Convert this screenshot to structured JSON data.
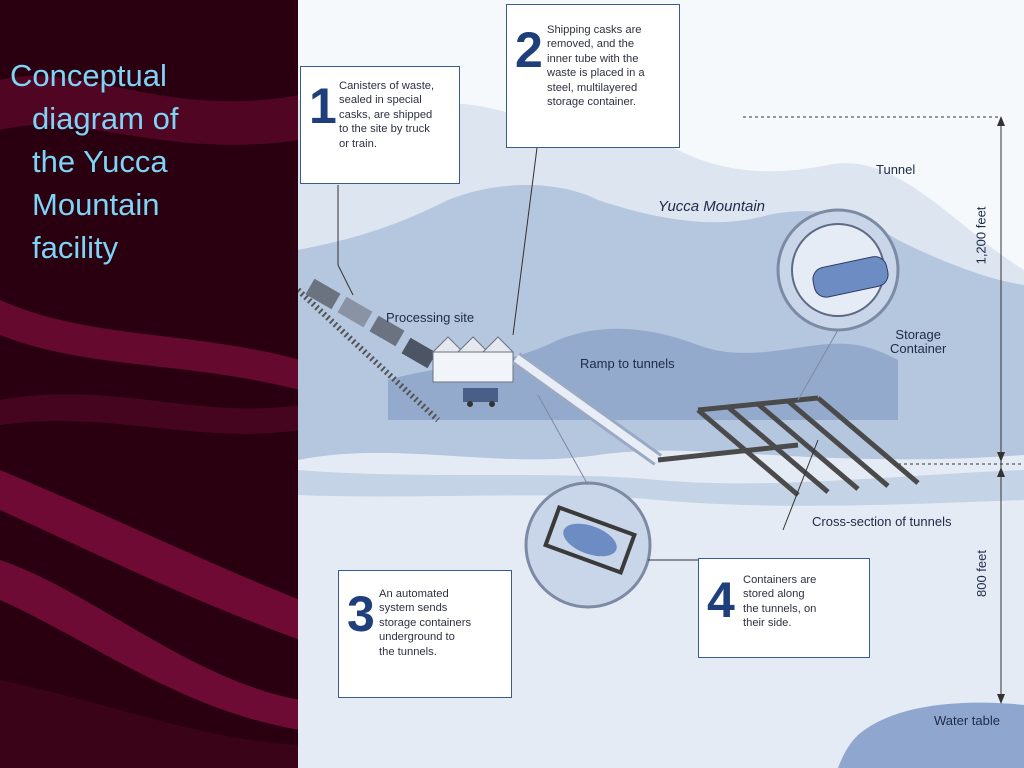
{
  "slide": {
    "title_lines": [
      "Conceptual",
      "diagram of",
      "the Yucca",
      "Mountain",
      "facility"
    ]
  },
  "diagram": {
    "callouts": [
      {
        "number": "1",
        "text": "Canisters of waste,\nsealed in special\ncasks, are shipped\nto the site by truck\nor train."
      },
      {
        "number": "2",
        "text": "Shipping casks are\nremoved, and the\ninner tube with the\nwaste is placed in a\nsteel, multilayered\nstorage container."
      },
      {
        "number": "3",
        "text": "An automated\nsystem sends\nstorage containers\nunderground to\nthe tunnels."
      },
      {
        "number": "4",
        "text": "Containers are\nstored along\nthe tunnels, on\ntheir side."
      }
    ],
    "labels": {
      "mountain": "Yucca Mountain",
      "tunnel": "Tunnel",
      "storage_container": "Storage\nContainer",
      "processing_site": "Processing site",
      "ramp": "Ramp to tunnels",
      "cross_section": "Cross-section of tunnels",
      "water_table": "Water table",
      "height_above": "1,200 feet",
      "depth_below": "800 feet"
    }
  },
  "colors": {
    "background": "#2a0010",
    "title": "#7fd3f5",
    "mountain_light": "#d3deec",
    "mountain_mid": "#a9bcd9",
    "mountain_dark": "#7d95c0",
    "callout_border": "#3a5b92",
    "callout_number": "#1e3f7a"
  }
}
